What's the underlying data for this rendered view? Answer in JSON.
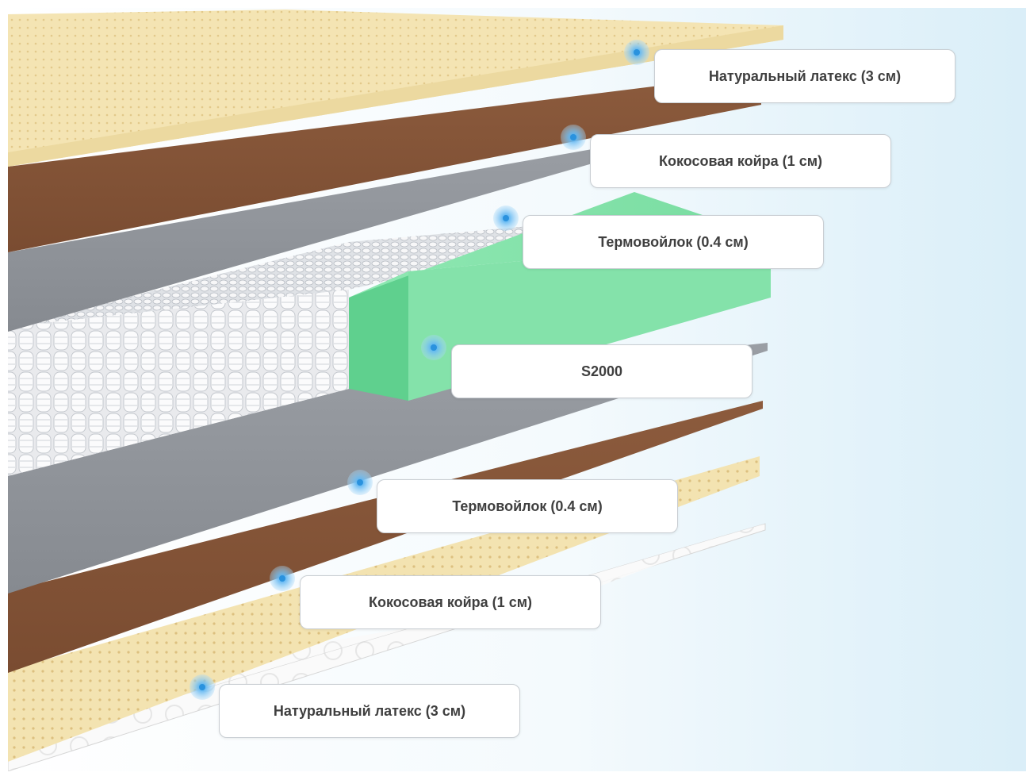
{
  "layers": [
    {
      "id": "latex-top",
      "label": "Натуральный латекс (3 см)"
    },
    {
      "id": "coir-top",
      "label": "Кокосовая койра (1 см)"
    },
    {
      "id": "felt-top",
      "label": "Термовойлок (0.4 см)"
    },
    {
      "id": "springs",
      "label": "S2000"
    },
    {
      "id": "felt-bottom",
      "label": "Термовойлок (0.4 см)"
    },
    {
      "id": "coir-bottom",
      "label": "Кокосовая койра (1 см)"
    },
    {
      "id": "latex-bottom",
      "label": "Натуральный латекс (3 см)"
    }
  ],
  "colors": {
    "latex": "#f5e6b8",
    "coir": "#8a5a3c",
    "felt": "#8d9197",
    "springs": "#f4f4f4",
    "foam": "#7fe0a4",
    "cover": "#ffffff",
    "hotspot": "#3da3f0",
    "background": "#e6f3f9"
  }
}
